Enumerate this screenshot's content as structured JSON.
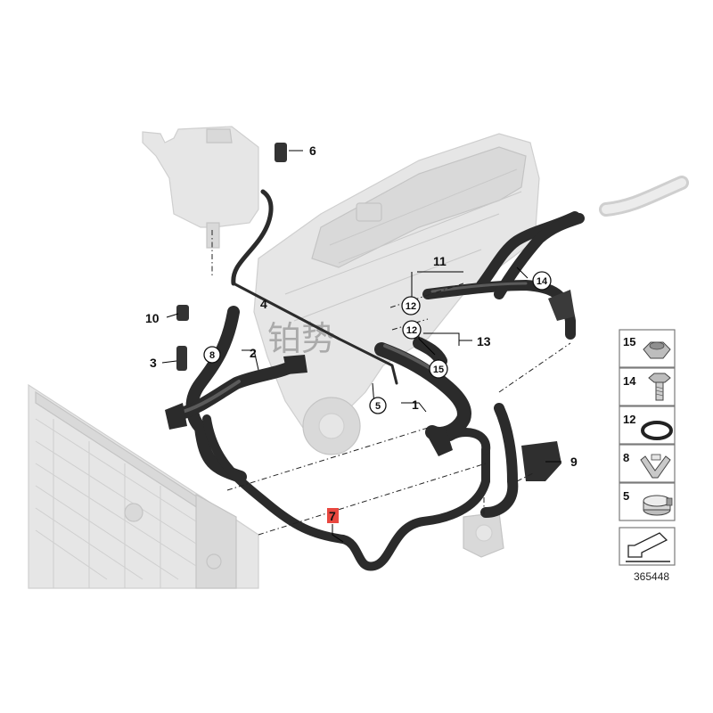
{
  "callouts": {
    "c1": "1",
    "c2": "2",
    "c3": "3",
    "c4": "4",
    "c6": "6",
    "c7": "7",
    "c9": "9",
    "c10": "10",
    "c11": "11",
    "c13": "13"
  },
  "circled": {
    "c5": "5",
    "c8": "8",
    "c12a": "12",
    "c12b": "12",
    "c14": "14",
    "c15": "15"
  },
  "legend": {
    "items": [
      {
        "number": "15",
        "icon": "nut-icon"
      },
      {
        "number": "14",
        "icon": "bolt-icon"
      },
      {
        "number": "12",
        "icon": "o-ring-icon"
      },
      {
        "number": "8",
        "icon": "spring-clip-icon"
      },
      {
        "number": "5",
        "icon": "hose-clamp-icon"
      }
    ],
    "direction_icon": "direction-arrow-icon"
  },
  "highlight_part": "7",
  "highlight_color": "#e8473f",
  "watermark": "铂势",
  "reference_number": "365448"
}
